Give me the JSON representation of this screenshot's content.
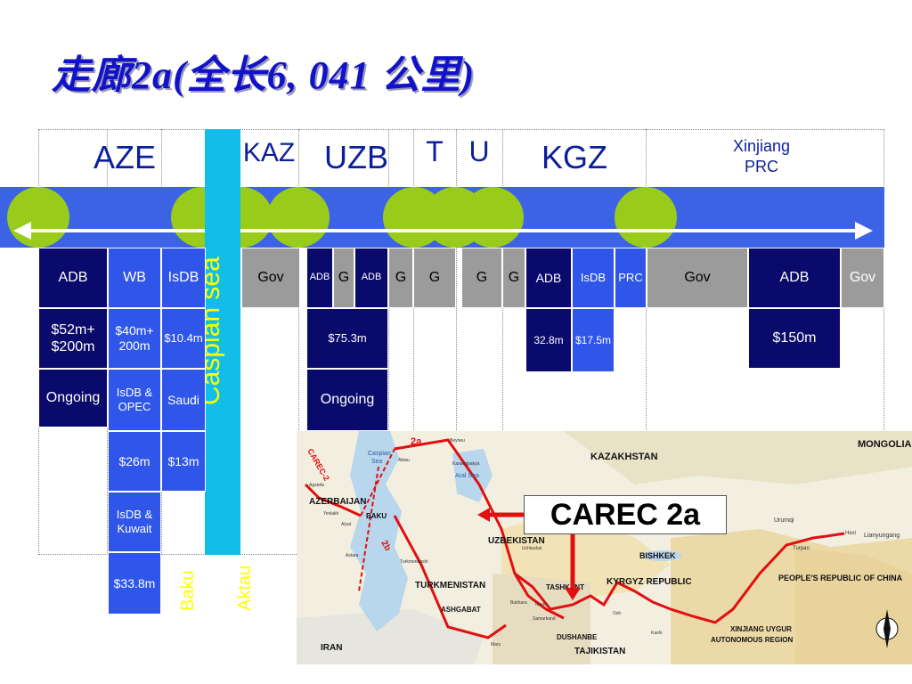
{
  "title": "走廊2a(全长6, 041  公里)",
  "countries": {
    "aze": "AZE",
    "kaz": "KAZ",
    "uzb": "UZB",
    "t": "T",
    "u": "U",
    "kgz": "KGZ",
    "xinjiang": "Xinjiang",
    "prc": "PRC"
  },
  "caspian": "Caspian sea",
  "baku": "Baku",
  "aktau": "Aktau",
  "funders": {
    "aze_adb": "ADB",
    "aze_wb": "WB",
    "aze_isdb": "IsDB",
    "kaz_gov": "Gov",
    "uzb_adb1": "ADB",
    "uzb_g1": "G",
    "uzb_adb2": "ADB",
    "uzb_g2": "G",
    "t_g": "G",
    "u_g1": "G",
    "u_g2": "G",
    "kgz_adb": "ADB",
    "kgz_isdb": "IsDB",
    "kgz_prc": "PRC",
    "kgz_gov": "Gov",
    "prc_adb": "ADB",
    "prc_gov": "Gov"
  },
  "amounts": {
    "aze_adb_amt": "$52m+ $200m",
    "aze_adb_status": "Ongoing",
    "aze_wb_amt": "$40m+ 200m",
    "aze_wb_isdb_opec": "IsDB & OPEC",
    "aze_wb_26m": "$26m",
    "aze_wb_isdb_kuwait": "IsDB & Kuwait",
    "aze_wb_338m": "$33.8m",
    "aze_isdb_amt": "$10.4m",
    "aze_isdb_saudi": "Saudi",
    "aze_isdb_13m": "$13m",
    "uzb_amt": "$75.3m",
    "uzb_status": "Ongoing",
    "kgz_adb_amt": "32.8m",
    "kgz_isdb_amt": "$17.5m",
    "prc_adb_amt": "$150m"
  },
  "callout": "CAREC 2a",
  "map": {
    "kazakhstan": "KAZAKHSTAN",
    "mongolia": "MONGOLIA",
    "azerbaijan": "AZERBAIJAN",
    "baku": "BAKU",
    "uzbekistan": "UZBEKISTAN",
    "turkmenistan": "TURKMENISTAN",
    "ashgabat": "ASHGABAT",
    "iran": "IRAN",
    "kyrgyz": "KYRGYZ REPUBLIC",
    "bishkek": "BISHKEK",
    "tashkent": "TASHKENT",
    "dushanbe": "DUSHANBE",
    "tajikistan": "TAJIKISTAN",
    "prc": "PEOPLE'S REPUBLIC OF CHINA",
    "xinjiang1": "XINJIANG UYGUR",
    "xinjiang2": "AUTONOMOUS REGION",
    "lianyungang": "Lianyungang",
    "caspian1": "Caspian",
    "caspian2": "Sea",
    "aral": "Aral Sea",
    "carec2": "CAREC-2",
    "r2a": "2a",
    "r2b": "2b",
    "urumqi": "Urumqi",
    "turpan": "Turpan",
    "hexi": "Hexi",
    "aktau": "Aktau",
    "beyneu": "Beyneu",
    "karakalpakya": "Karakalpakya",
    "astara": "Astara",
    "turkmenbashi": "Turkmenbashi",
    "yevlakh": "Yevlakh",
    "alyat": "Alyat",
    "agstafa": "Agstafa",
    "uchkuduk": "Uchkuduk",
    "bukhara": "Bukhara",
    "navoi": "Navoi",
    "samarkand": "Samarkand",
    "kashi": "Kashi",
    "osh": "Osh",
    "mary": "Mary",
    "north": "N"
  },
  "colors": {
    "dark_navy": "#0a0a6c",
    "mid_blue": "#2f56e8",
    "gray": "#9b9b9b",
    "bar_blue": "#3c62e6",
    "caspian": "#12bde8",
    "dots": "#99cc1a",
    "title": "#1212c8",
    "route": "#e01010"
  }
}
